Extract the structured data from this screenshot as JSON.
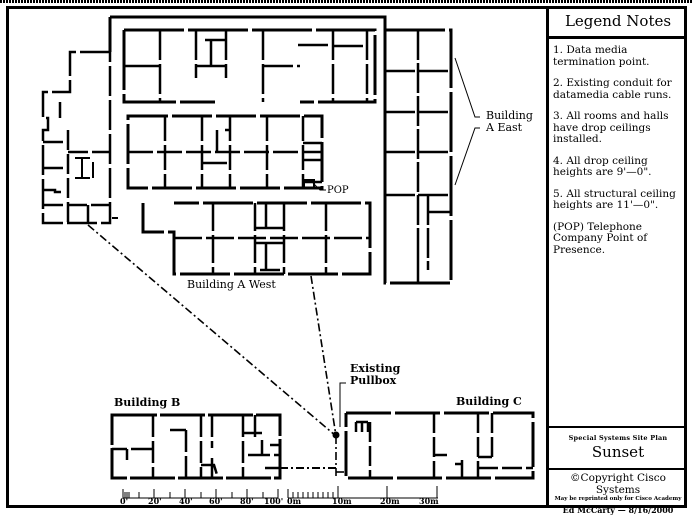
{
  "legend": {
    "title": "Legend Notes",
    "notes": [
      "1. Data media termination point.",
      "2. Existing conduit for datamedia cable runs.",
      "3. All rooms and halls have drop ceilings installed.",
      "4. All drop ceiling heights are 9'—0\".",
      "5. All structural ceiling heights are 11'—0\".",
      "(POP) Telephone Company Point of Presence."
    ]
  },
  "title_block": {
    "subtitle": "Special Systems Site Plan",
    "site_name": "Sunset",
    "copyright": "©Copyright Cisco Systems",
    "reprint_notice": "May be reprinted only for Cisco Academy",
    "author_date": "Ed McCarty — 8/16/2000"
  },
  "labels": {
    "building_a_east": "Building\nA East",
    "building_a_east_line1": "Building",
    "building_a_east_line2": "A East",
    "building_a_west": "Building A West",
    "pop": "POP",
    "pullbox_line1": "Existing",
    "pullbox_line2": "Pullbox",
    "building_b": "Building B",
    "building_c": "Building C"
  },
  "scale": {
    "feet_ticks": [
      "0'",
      "20'",
      "40'",
      "60'",
      "80'",
      "100'"
    ],
    "meter_ticks": [
      "0m",
      "10m",
      "20m",
      "30m"
    ]
  },
  "colors": {
    "ink": "#000000",
    "paper": "#ffffff"
  }
}
